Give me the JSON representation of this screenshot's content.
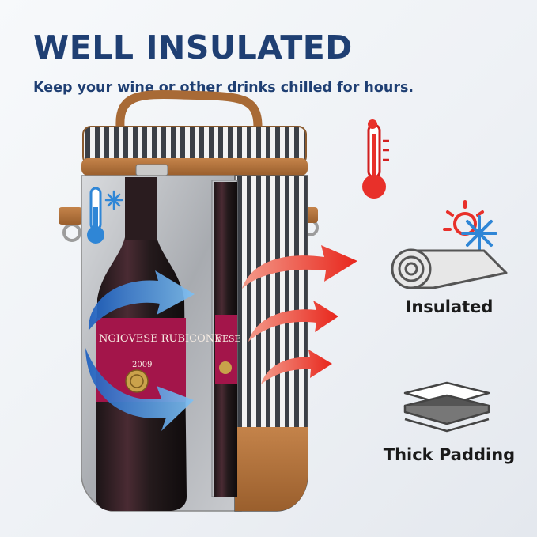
{
  "headline": "WELL INSULATED",
  "subheadline": "Keep your wine or other drinks chilled for hours.",
  "features": [
    {
      "label": "Insulated",
      "icon": "insulated-roll-icon"
    },
    {
      "label": "Thick Padding",
      "icon": "thick-padding-icon"
    }
  ],
  "bottle": {
    "label_name": "NGIOVESE RUBICONE",
    "label_name_2": "VESE",
    "vintage": "2009"
  },
  "colors": {
    "headline": "#1f3f73",
    "hot": "#e8302a",
    "cold": "#2f86d6",
    "leather": "#b8773e",
    "wine_label": "#a3154a"
  }
}
